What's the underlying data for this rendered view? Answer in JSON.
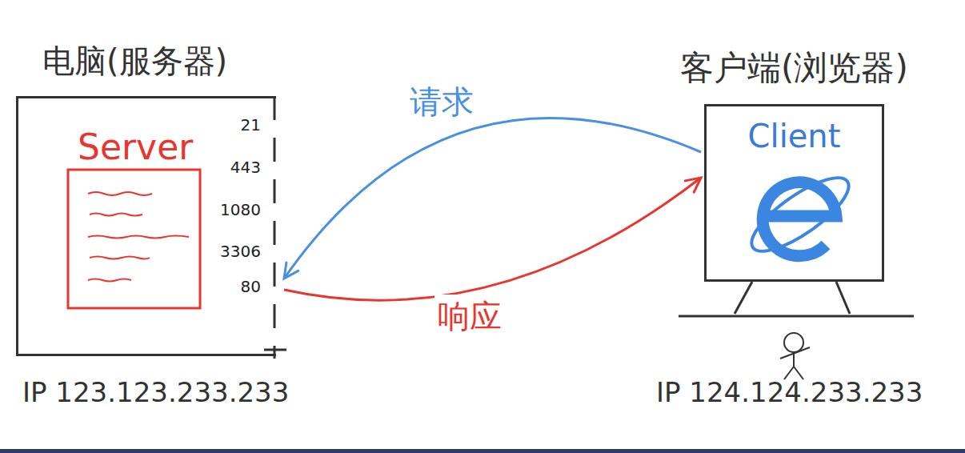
{
  "diagram": {
    "nodes": [
      {
        "text": [
          "电脑(服务器)"
        ]
      },
      {
        "text": [
          "Server"
        ],
        "in": 0
      },
      {
        "text": [
          "客户端(浏览器)",
          "Client"
        ]
      }
    ],
    "edges": [
      {
        "from": 2,
        "to": 0,
        "label": "请求",
        "arrow": "to"
      },
      {
        "from": 0,
        "to": 2,
        "label": "响应",
        "arrow": "to"
      }
    ],
    "labels": [
      "21",
      "443",
      "1080",
      "3306",
      "80",
      "IP 123.123.233.233",
      "IP 124.124.233.233"
    ]
  }
}
